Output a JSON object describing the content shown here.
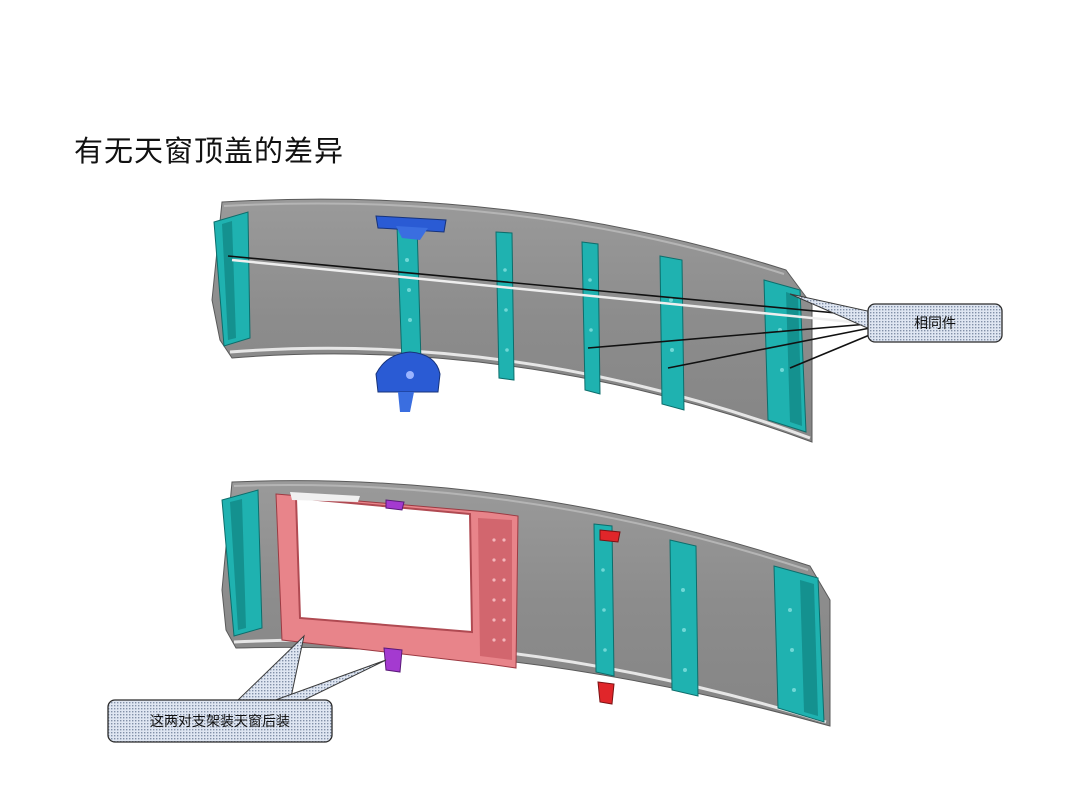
{
  "slide": {
    "title": "有无天窗顶盖的差异"
  },
  "callouts": {
    "same_parts": "相同件",
    "sunroof_brackets": "这两对支架装天窗后装"
  },
  "colors": {
    "panel_gray": "#8f8f8f",
    "reinforcement_teal": "#1fb2b0",
    "bracket_blue": "#2a5bd4",
    "sunroof_frame_pink": "#e8848a",
    "bracket_red": "#e0262a",
    "bracket_purple": "#a43ad0",
    "callout_fill": "#c9d4e6"
  }
}
